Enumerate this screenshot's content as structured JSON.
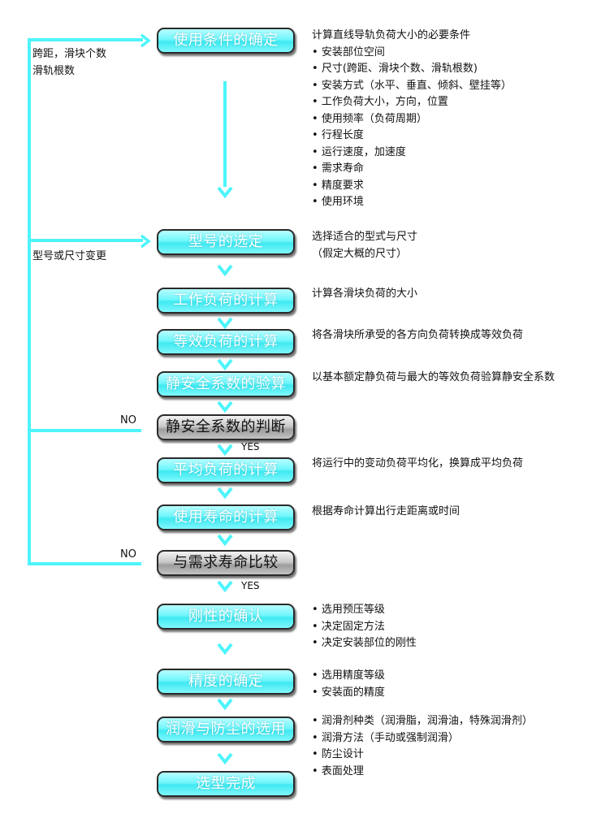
{
  "colors": {
    "accent_cyan": "#4ef4fb",
    "box_cyan_top": "#b8feff",
    "box_cyan_bottom": "#3fe9f1",
    "box_gray": "#9d9d9d",
    "text": "#111111"
  },
  "loop_labels": {
    "top": [
      "跨距，滑块个数",
      "滑轨根数"
    ],
    "model_change": "型号或尺寸变更"
  },
  "decision_labels": {
    "no": "NO",
    "yes": "YES"
  },
  "steps": [
    {
      "label": "使用条件的确定",
      "type": "process",
      "note_title": "计算直线导轨负荷大小的必要条件",
      "notes": [
        "安装部位空间",
        "尺寸(跨距、滑块个数、滑轨根数)",
        "安装方式（水平、垂直、倾斜、壁挂等）",
        "工作负荷大小，方向，位置",
        "使用频率（负荷周期）",
        "行程长度",
        "运行速度，加速度",
        "需求寿命",
        "精度要求",
        "使用环境"
      ]
    },
    {
      "label": "型号的选定",
      "type": "process",
      "note_lines": [
        "选择适合的型式与尺寸",
        "（假定大概的尺寸）"
      ]
    },
    {
      "label": "工作负荷的计算",
      "type": "process",
      "note_lines": [
        "计算各滑块负荷的大小"
      ]
    },
    {
      "label": "等效负荷的计算",
      "type": "process",
      "note_lines": [
        "将各滑块所承受的各方向负荷转换成等效负荷"
      ]
    },
    {
      "label": "静安全系数的验算",
      "type": "process",
      "note_lines": [
        "以基本额定静负荷与最大的等效负荷验算静安全系数"
      ]
    },
    {
      "label": "静安全系数的判断",
      "type": "decision"
    },
    {
      "label": "平均负荷的计算",
      "type": "process",
      "note_lines": [
        "将运行中的变动负荷平均化，换算成平均负荷"
      ]
    },
    {
      "label": "使用寿命的计算",
      "type": "process",
      "note_lines": [
        "根据寿命计算出行走距离或时间"
      ]
    },
    {
      "label": "与需求寿命比较",
      "type": "decision"
    },
    {
      "label": "刚性的确认",
      "type": "process",
      "notes": [
        "选用预压等级",
        "决定固定方法",
        "决定安装部位的刚性"
      ]
    },
    {
      "label": "精度的确定",
      "type": "process",
      "notes": [
        "选用精度等级",
        "安装面的精度"
      ]
    },
    {
      "label": "润滑与防尘的选用",
      "type": "process",
      "notes": [
        "润滑剂种类（润滑脂，润滑油，特殊润滑剂）",
        "润滑方法（手动或强制润滑）",
        "防尘设计",
        "表面处理"
      ]
    },
    {
      "label": "选型完成",
      "type": "process"
    }
  ]
}
